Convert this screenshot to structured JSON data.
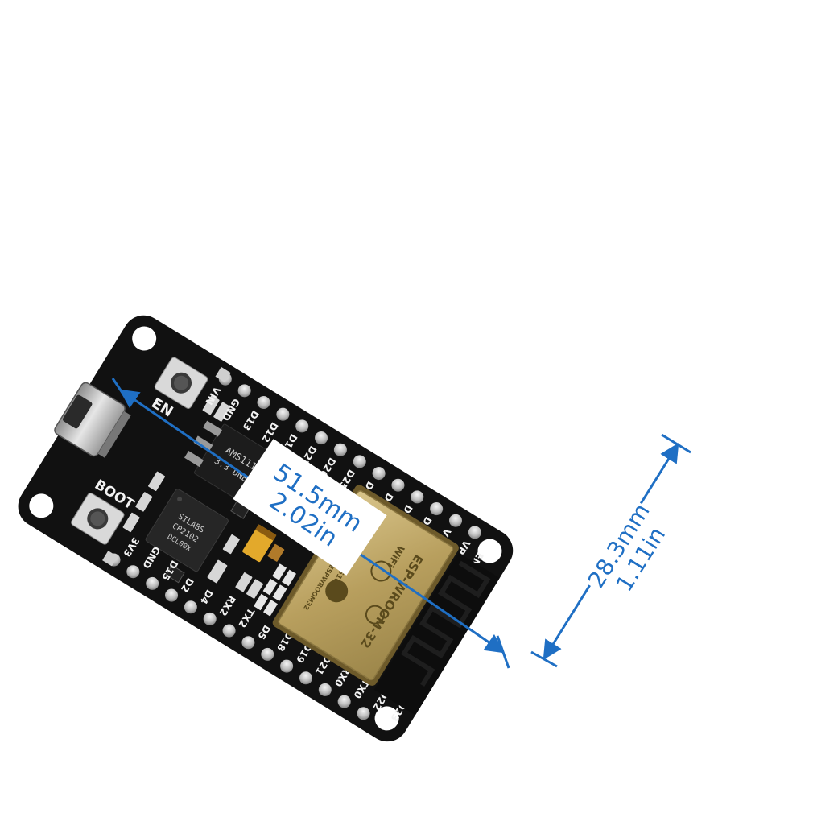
{
  "board": {
    "button_en_label": "EN",
    "button_boot_label": "BOOT",
    "regulator_text_1": "AMS1117",
    "regulator_text_2": "3.3 DNB11",
    "usb_chip_text_1": "SILABS",
    "usb_chip_text_2": "CP2102",
    "usb_chip_text_3": "DCL00X",
    "module_name": "ESP-WROOM-32",
    "module_fcc": "FCC ID:2AC7Z-ESPWROOM32",
    "module_code": "211-161007",
    "module_wifi_logo": "WiFi",
    "top_pins": [
      "VIN",
      "GND",
      "D13",
      "D12",
      "D14",
      "D27",
      "D26",
      "D25",
      "D33",
      "D32",
      "D35",
      "D34",
      "VN",
      "VP",
      "EN"
    ],
    "bottom_pins": [
      "3V3",
      "GND",
      "D15",
      "D2",
      "D4",
      "RX2",
      "TX2",
      "D5",
      "D18",
      "D19",
      "D21",
      "RX0",
      "TX0",
      "D22",
      "D23"
    ]
  },
  "dimensions": {
    "length_mm": "51.5mm",
    "length_in": "2.02in",
    "width_mm": "28.3mm",
    "width_in": "1.11in"
  },
  "colors": {
    "pcb": "#111111",
    "dimension_lines": "#1f6fc4",
    "module_shield": "#c2ab6e"
  }
}
